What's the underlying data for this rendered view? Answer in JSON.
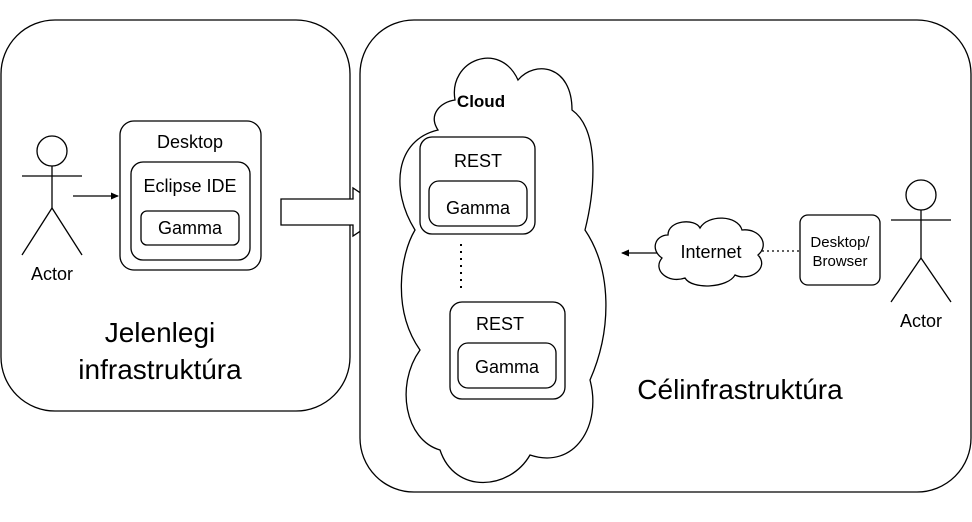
{
  "left_panel": {
    "actor_label": "Actor",
    "desktop_label": "Desktop",
    "eclipse_label": "Eclipse IDE",
    "gamma_label": "Gamma",
    "caption_line1": "Jelenlegi",
    "caption_line2": "infrastruktúra"
  },
  "right_panel": {
    "cloud_label": "Cloud",
    "rest_top_label": "REST",
    "gamma_top_label": "Gamma",
    "ellipsis": "⋮",
    "rest_bottom_label": "REST",
    "gamma_bottom_label": "Gamma",
    "internet_label": "Internet",
    "desktop_browser_line1": "Desktop/",
    "desktop_browser_line2": "Browser",
    "actor_label": "Actor",
    "caption": "Célinfrastruktúra"
  }
}
